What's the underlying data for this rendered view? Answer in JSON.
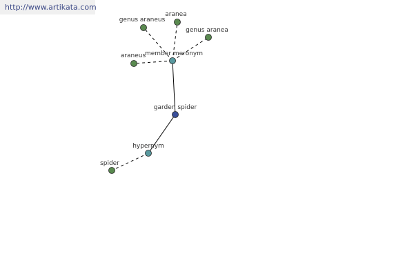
{
  "header": {
    "url": "http://www.artikata.com"
  },
  "graph": {
    "colors": {
      "term": "#5a8a50",
      "relation": "#5a9aa0",
      "center": "#3a4f9a",
      "edge": "#000000"
    },
    "nodes": [
      {
        "id": "garden-spider",
        "label": "garden spider",
        "kind": "center"
      },
      {
        "id": "member-meronym",
        "label": "member meronym",
        "kind": "relation"
      },
      {
        "id": "hypernym",
        "label": "hypernym",
        "kind": "relation"
      },
      {
        "id": "genus-araneus",
        "label": "genus araneus",
        "kind": "term"
      },
      {
        "id": "aranea",
        "label": "aranea",
        "kind": "term"
      },
      {
        "id": "genus-aranea",
        "label": "genus aranea",
        "kind": "term"
      },
      {
        "id": "araneus",
        "label": "araneus",
        "kind": "term"
      },
      {
        "id": "spider",
        "label": "spider",
        "kind": "term"
      }
    ],
    "edges": [
      {
        "from": "garden-spider",
        "to": "member-meronym",
        "style": "solid"
      },
      {
        "from": "garden-spider",
        "to": "hypernym",
        "style": "solid"
      },
      {
        "from": "member-meronym",
        "to": "genus-araneus",
        "style": "dashed"
      },
      {
        "from": "member-meronym",
        "to": "aranea",
        "style": "dashed"
      },
      {
        "from": "member-meronym",
        "to": "genus-aranea",
        "style": "dashed"
      },
      {
        "from": "member-meronym",
        "to": "araneus",
        "style": "dashed"
      },
      {
        "from": "hypernym",
        "to": "spider",
        "style": "dashed"
      }
    ]
  }
}
